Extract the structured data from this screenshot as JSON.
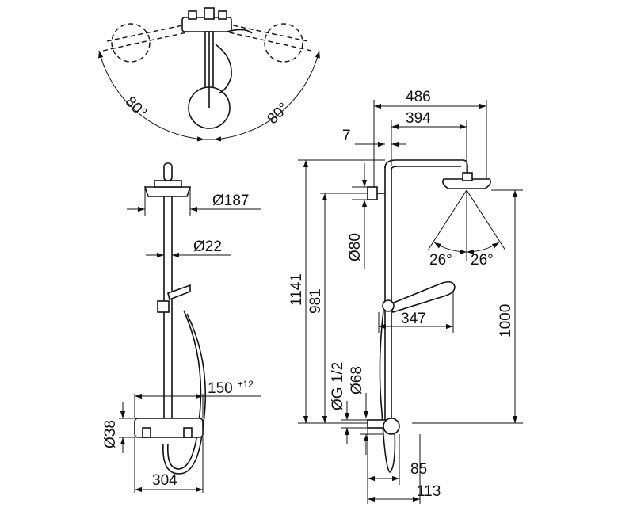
{
  "top_view": {
    "angle_left": "80°",
    "angle_right": "80°"
  },
  "front_view": {
    "dia_head": "Ø187",
    "dia_rail": "Ø22",
    "rail_spacing": "150",
    "rail_spacing_tol": "±12",
    "dia_valve": "Ø38",
    "width_valve": "304"
  },
  "side_view": {
    "reach_total": "486",
    "reach_arm": "394",
    "wall_gap": "7",
    "dia_bracket": "Ø80",
    "height_total": "1141",
    "height_bracket": "981",
    "dia_connection": "ØG 1/2",
    "dia_valve": "Ø68",
    "spray_angle_left": "26°",
    "spray_angle_right": "26°",
    "hand_shower_reach": "347",
    "height_head": "1000",
    "depth_min": "85",
    "depth_max": "113"
  }
}
